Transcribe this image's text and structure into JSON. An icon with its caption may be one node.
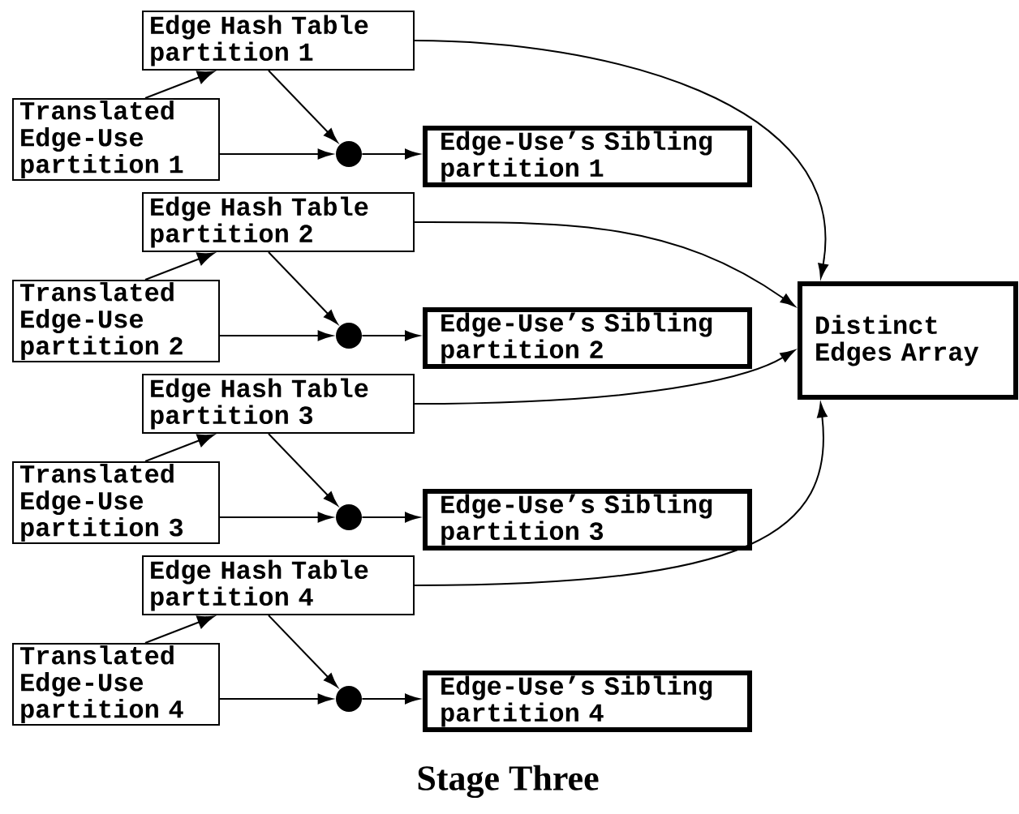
{
  "diagram": {
    "title": "Stage Three",
    "nodes": [
      {
        "text": [
          "Edge Hash Table partition 1"
        ]
      },
      {
        "text": [
          "Translated Edge-Use partition 1"
        ]
      },
      {
        "text": [],
        "shape": "circle"
      },
      {
        "text": [
          "Edge-Use’s Sibling partition 1"
        ]
      },
      {
        "text": [
          "Edge Hash Table partition 2"
        ]
      },
      {
        "text": [
          "Translated Edge-Use partition 2"
        ]
      },
      {
        "text": [],
        "shape": "circle"
      },
      {
        "text": [
          "Edge-Use’s Sibling partition 2"
        ]
      },
      {
        "text": [
          "Edge Hash Table partition 3"
        ]
      },
      {
        "text": [
          "Translated Edge-Use partition 3"
        ]
      },
      {
        "text": [],
        "shape": "circle"
      },
      {
        "text": [
          "Edge-Use’s Sibling partition 3"
        ]
      },
      {
        "text": [
          "Edge Hash Table partition 4"
        ]
      },
      {
        "text": [
          "Translated Edge-Use partition 4"
        ]
      },
      {
        "text": [],
        "shape": "circle"
      },
      {
        "text": [
          "Edge-Use’s Sibling partition 4"
        ]
      },
      {
        "text": [
          "Distinct Edges Array"
        ]
      }
    ],
    "edges": [
      {
        "from": 1,
        "to": 0,
        "arrow": "to"
      },
      {
        "from": 0,
        "to": 2,
        "arrow": "to"
      },
      {
        "from": 1,
        "to": 2,
        "arrow": "to"
      },
      {
        "from": 2,
        "to": 3,
        "arrow": "to"
      },
      {
        "from": 0,
        "to": 16,
        "arrow": "to"
      },
      {
        "from": 5,
        "to": 4,
        "arrow": "to"
      },
      {
        "from": 4,
        "to": 6,
        "arrow": "to"
      },
      {
        "from": 5,
        "to": 6,
        "arrow": "to"
      },
      {
        "from": 6,
        "to": 7,
        "arrow": "to"
      },
      {
        "from": 4,
        "to": 16,
        "arrow": "to"
      },
      {
        "from": 9,
        "to": 8,
        "arrow": "to"
      },
      {
        "from": 8,
        "to": 10,
        "arrow": "to"
      },
      {
        "from": 9,
        "to": 10,
        "arrow": "to"
      },
      {
        "from": 10,
        "to": 11,
        "arrow": "to"
      },
      {
        "from": 8,
        "to": 16,
        "arrow": "to"
      },
      {
        "from": 13,
        "to": 12,
        "arrow": "to"
      },
      {
        "from": 12,
        "to": 14,
        "arrow": "to"
      },
      {
        "from": 13,
        "to": 14,
        "arrow": "to"
      },
      {
        "from": 14,
        "to": 15,
        "arrow": "to"
      },
      {
        "from": 12,
        "to": 16,
        "arrow": "to"
      }
    ]
  }
}
